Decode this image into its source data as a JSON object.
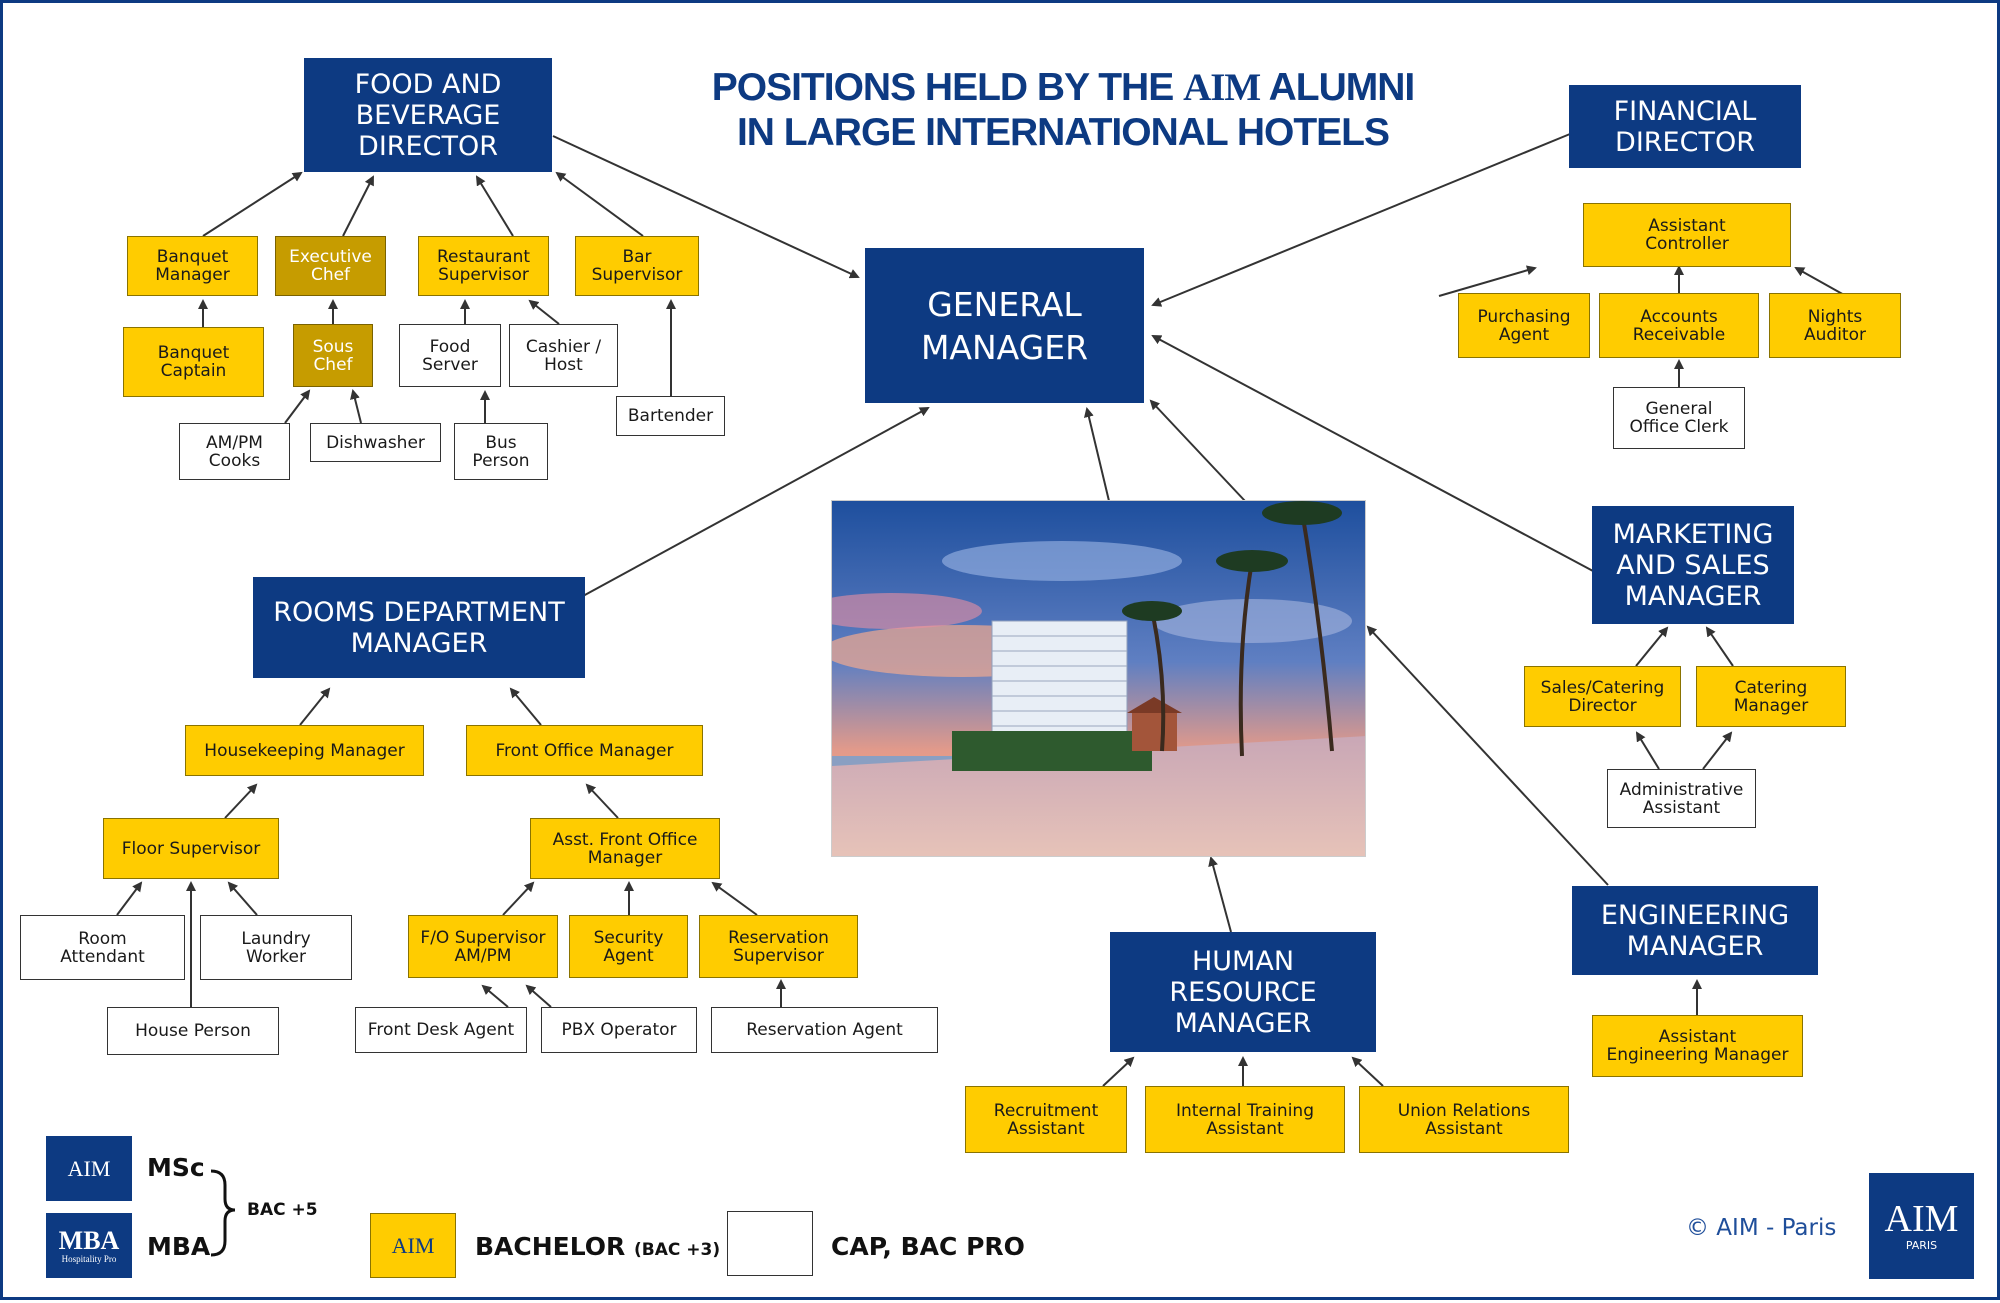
{
  "title": {
    "line1_prefix": "POSITIONS HELD BY THE",
    "brand": "AIM",
    "line1_suffix": "ALUMNI",
    "line2": "IN LARGE INTERNATIONAL HOTELS"
  },
  "departments": {
    "general_manager": "GENERAL\nMANAGER",
    "food_beverage": "FOOD AND\nBEVERAGE\nDIRECTOR",
    "financial": "FINANCIAL\nDIRECTOR",
    "rooms": "ROOMS DEPARTMENT\nMANAGER",
    "marketing_sales": "MARKETING\nAND SALES\nMANAGER",
    "human_resource": "HUMAN\nRESOURCE\nMANAGER",
    "engineering": "ENGINEERING\nMANAGER"
  },
  "food_beverage_roles": {
    "banquet_manager": "Banquet\nManager",
    "executive_chef": "Executive\nChef",
    "restaurant_supervisor": "Restaurant\nSupervisor",
    "bar_supervisor": "Bar\nSupervisor",
    "banquet_captain": "Banquet\nCaptain",
    "sous_chef": "Sous\nChef",
    "food_server": "Food\nServer",
    "cashier_host": "Cashier /\nHost",
    "bartender": "Bartender",
    "am_pm_cooks": "AM/PM\nCooks",
    "dishwasher": "Dishwasher",
    "bus_person": "Bus\nPerson"
  },
  "financial_roles": {
    "assistant_controller": "Assistant\nController",
    "purchasing_agent": "Purchasing\nAgent",
    "accounts_receivable": "Accounts\nReceivable",
    "nights_auditor": "Nights\nAuditor",
    "general_office_clerk": "General\nOffice Clerk"
  },
  "rooms_roles": {
    "housekeeping_manager": "Housekeeping Manager",
    "front_office_manager": "Front Office Manager",
    "floor_supervisor": "Floor Supervisor",
    "asst_front_office_manager": "Asst. Front Office\nManager",
    "room_attendant": "Room\nAttendant",
    "laundry_worker": "Laundry\nWorker",
    "house_person": "House Person",
    "fo_supervisor": "F/O Supervisor\nAM/PM",
    "security_agent": "Security\nAgent",
    "reservation_supervisor": "Reservation\nSupervisor",
    "front_desk_agent": "Front Desk Agent",
    "pbx_operator": "PBX Operator",
    "reservation_agent": "Reservation Agent"
  },
  "marketing_roles": {
    "sales_catering_director": "Sales/Catering\nDirector",
    "catering_manager": "Catering\nManager",
    "administrative_assistant": "Administrative\nAssistant"
  },
  "hr_roles": {
    "recruitment_assistant": "Recruitment\nAssistant",
    "internal_training_assistant": "Internal Training\nAssistant",
    "union_relations_assistant": "Union Relations\nAssistant"
  },
  "engineering_roles": {
    "assistant_engineering_manager": "Assistant\nEngineering Manager"
  },
  "legend": {
    "msc": "MSc",
    "mba": "MBA",
    "bac5": "BAC +5",
    "bachelor": "BACHELOR",
    "bachelor_note": "(BAC +3)",
    "cap": "CAP, BAC PRO",
    "aim_logo_text": "AIM",
    "paris": "PARIS",
    "mba_logo_text": "MBA",
    "mba_logo_sub": "Hospitality Pro"
  },
  "copyright": "© AIM - Paris",
  "colors": {
    "navy": "#0d3a82",
    "yellow": "#ffcc00",
    "gold": "#c69c00",
    "arrow": "#333333"
  }
}
